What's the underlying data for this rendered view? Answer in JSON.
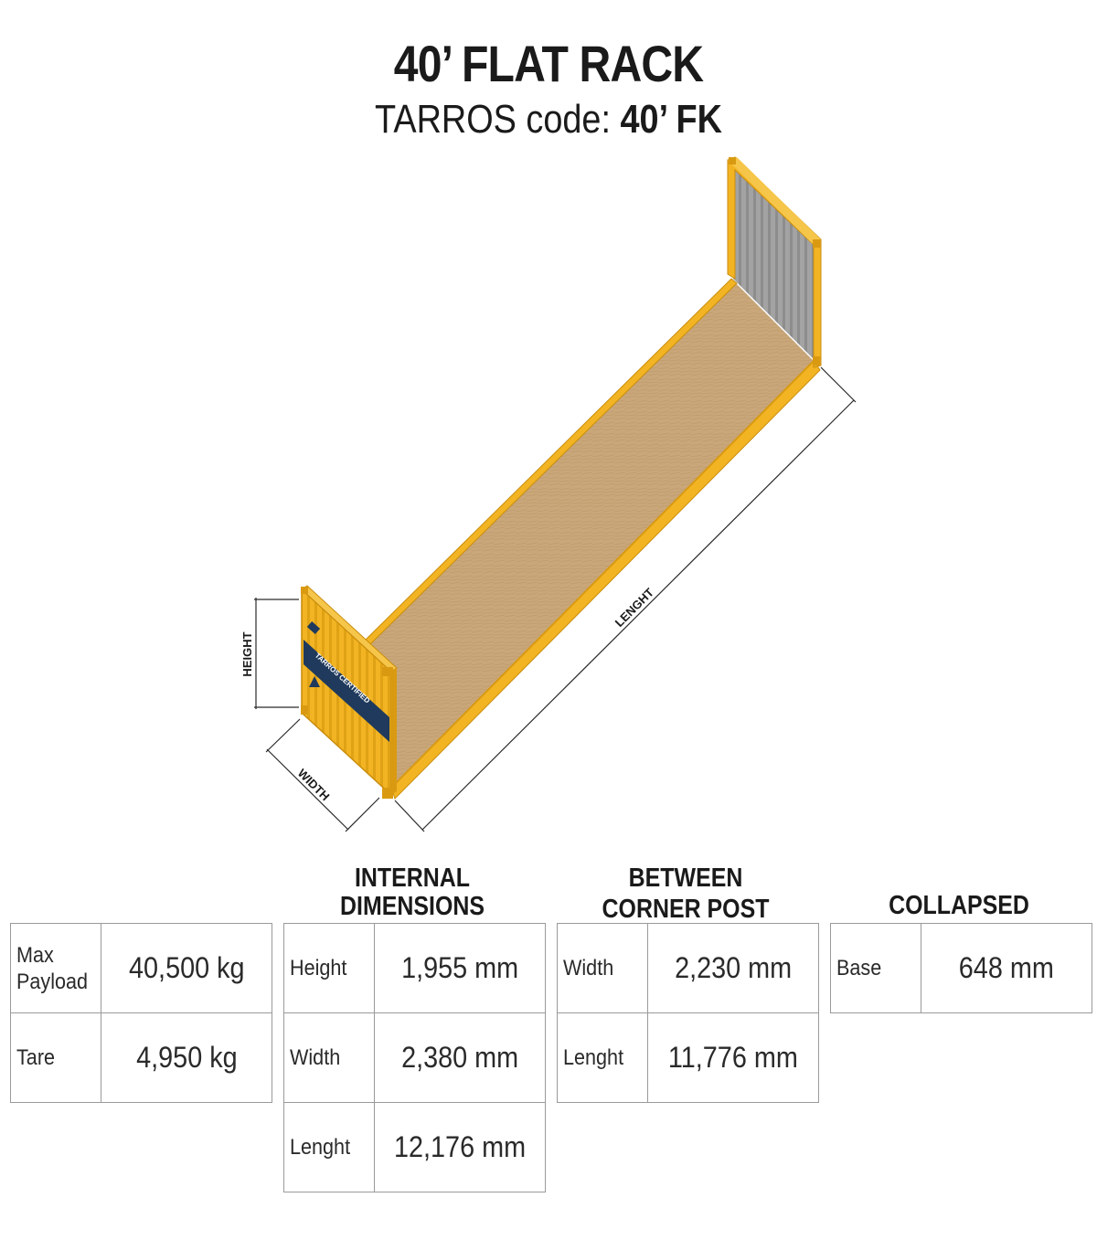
{
  "header": {
    "title": "40’ FLAT RACK",
    "subtitle_prefix": "TARROS code: ",
    "subtitle_code": "40’ FK"
  },
  "diagram": {
    "labels": {
      "height": "HEIGHT",
      "width": "WIDTH",
      "length": "LENGHT",
      "panel_brand": "TARROS CERTIFIED"
    },
    "colors": {
      "frame": "#f2b423",
      "frame_dark": "#d99a12",
      "floor": "#c9a77a",
      "end_wall_gray": "#9a9a9a",
      "label_band": "#1f3a5c",
      "dimension_line": "#2a2a2a"
    }
  },
  "tables": {
    "weights": {
      "title": "",
      "rows": [
        {
          "label": "Max Payload",
          "value": "40,500 kg"
        },
        {
          "label": "Tare",
          "value": "4,950 kg"
        }
      ]
    },
    "internal_dimensions": {
      "title_line1": "INTERNAL",
      "title_line2": "DIMENSIONS",
      "rows": [
        {
          "label": "Height",
          "value": "1,955 mm"
        },
        {
          "label": "Width",
          "value": "2,380 mm"
        },
        {
          "label": "Lenght",
          "value": "12,176 mm"
        }
      ]
    },
    "between_corner_post": {
      "title_line1": "BETWEEN",
      "title_line2": "CORNER POST",
      "rows": [
        {
          "label": "Width",
          "value": "2,230 mm"
        },
        {
          "label": "Lenght",
          "value": "11,776 mm"
        }
      ]
    },
    "collapsed": {
      "title_line1": "COLLAPSED",
      "rows": [
        {
          "label": "Base",
          "value": "648 mm"
        }
      ]
    }
  }
}
